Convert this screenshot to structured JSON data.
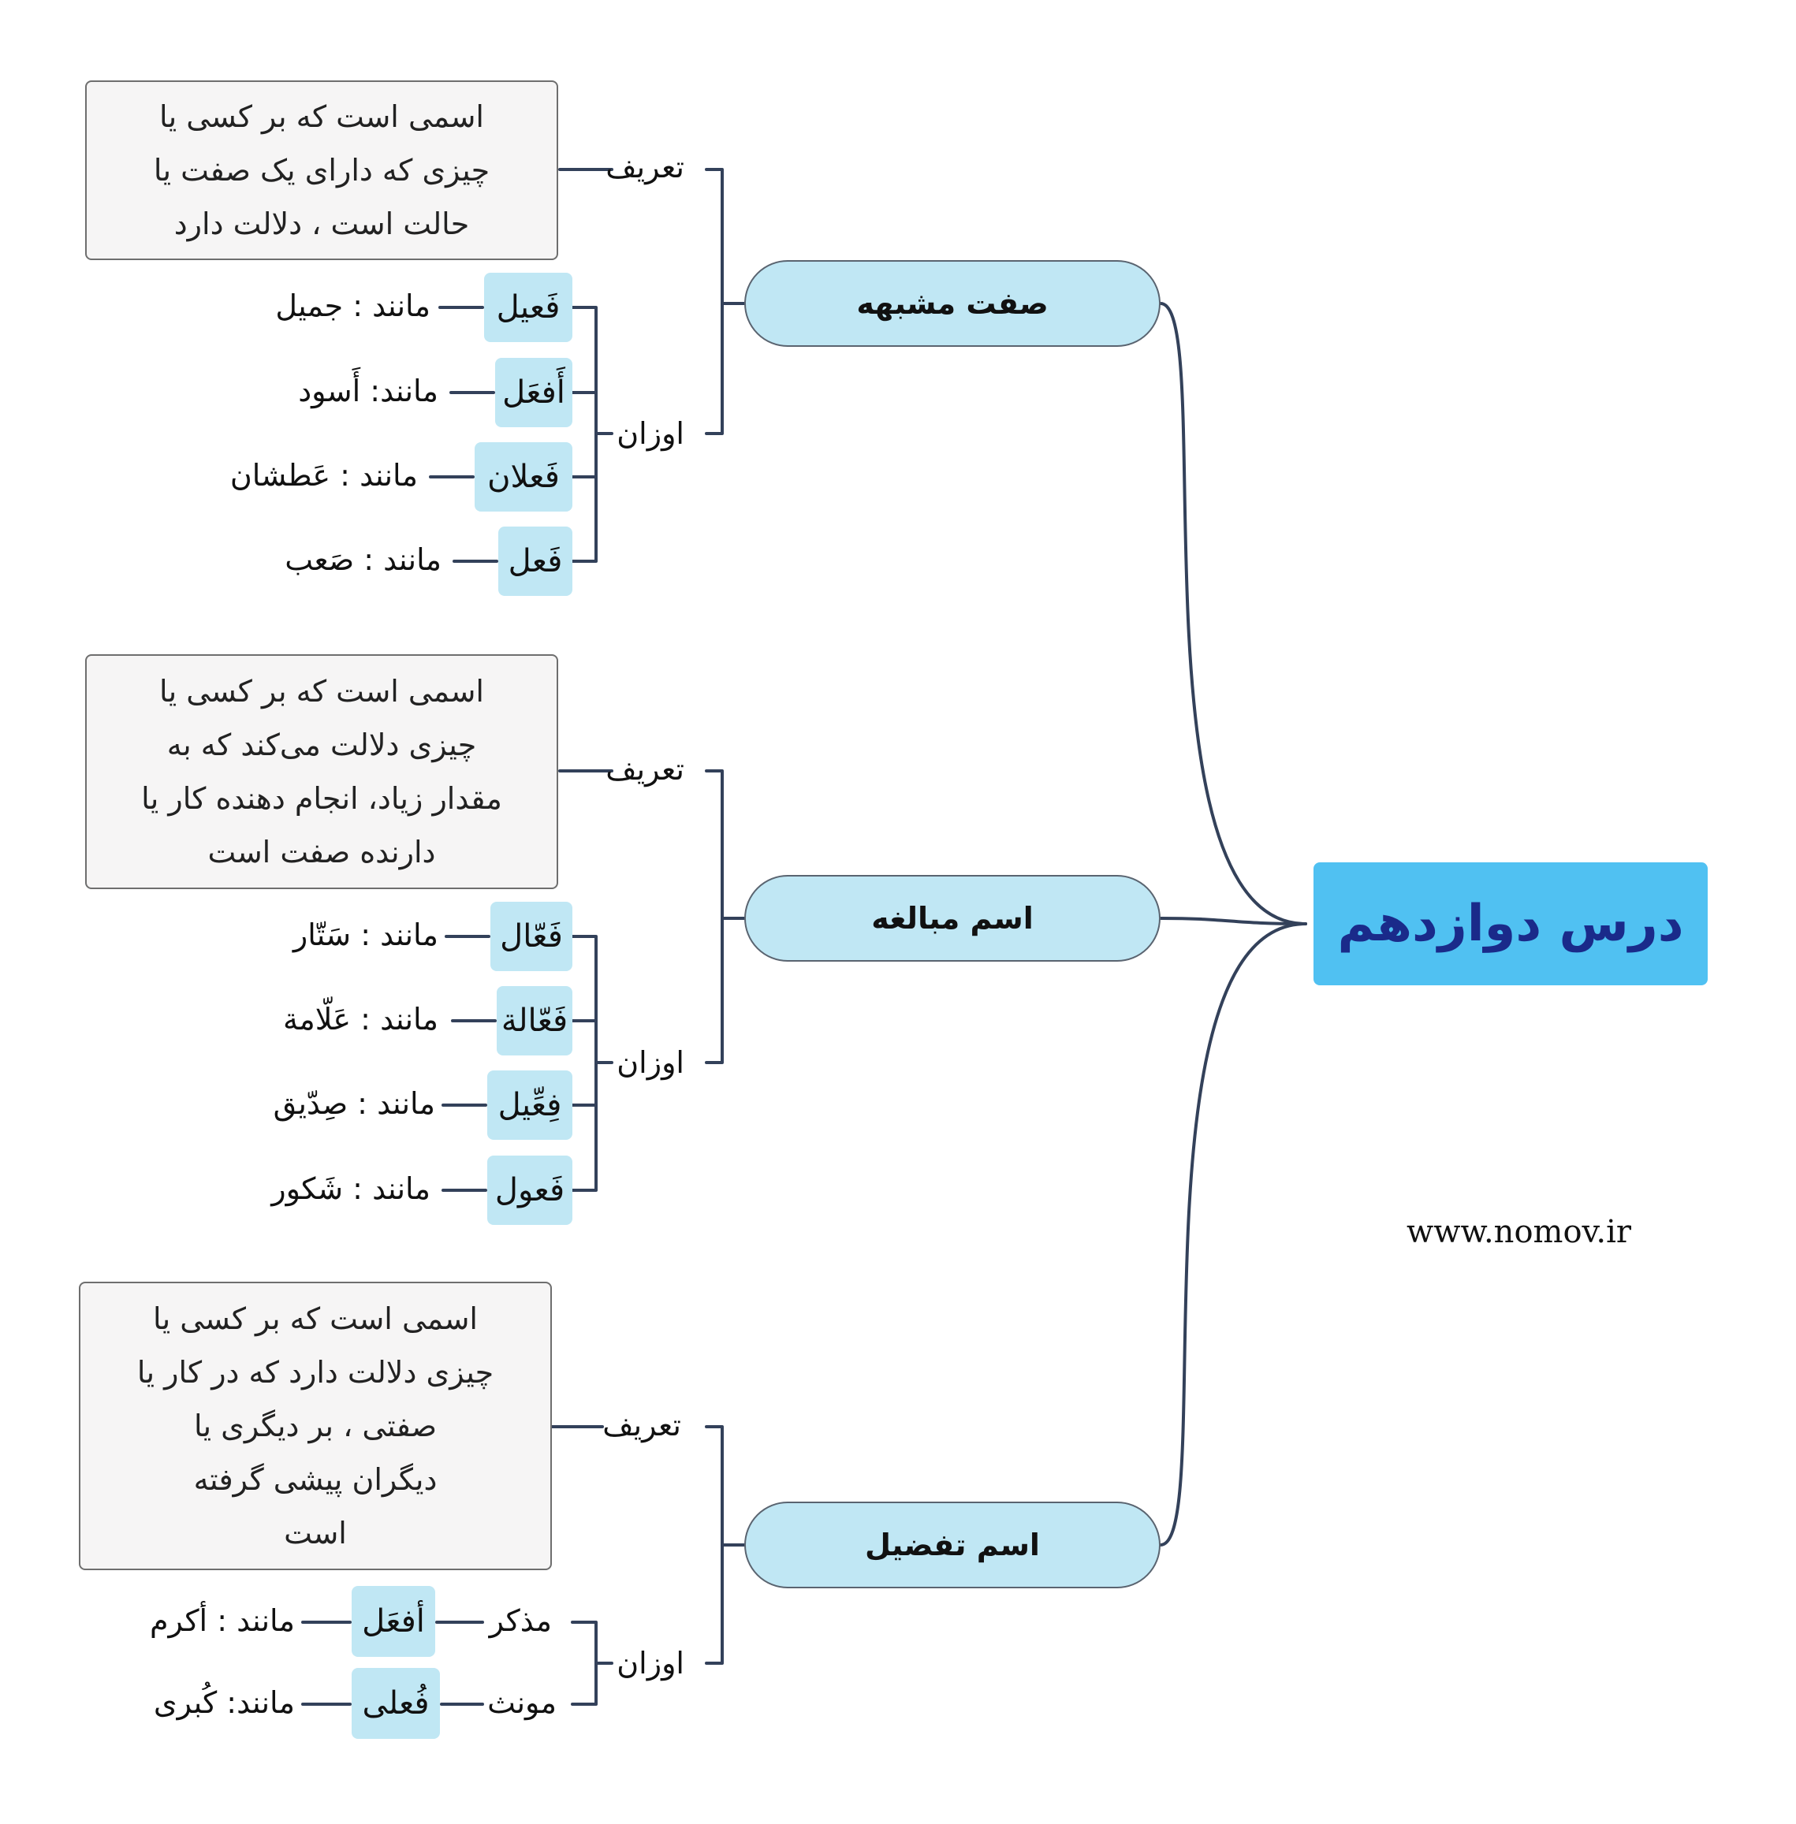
{
  "root": {
    "title": "درس دوازدهم"
  },
  "watermark": "www.nomov.ir",
  "colors": {
    "root_fill": "#50c1f2",
    "root_text": "#1a2a8a",
    "topic_fill": "#c0e7f4",
    "definition_fill": "#f6f5f5",
    "connector": "#33415a"
  },
  "branches": [
    {
      "title": "صفت مشبهه",
      "definition_label": "تعریف",
      "definition": "اسمی است که بر کسی یا\nچیزی که دارای یک صفت یا\nحالت است ، دلالت دارد",
      "patterns_label": "اوزان",
      "patterns": [
        {
          "pattern": "فَعیل",
          "example": "مانند : جمیل"
        },
        {
          "pattern": "أَفعَل",
          "example": "مانند: أَسود"
        },
        {
          "pattern": "فَعلان",
          "example": "مانند : عَطشان"
        },
        {
          "pattern": "فَعل",
          "example": "مانند : صَعب"
        }
      ]
    },
    {
      "title": "اسم مبالغه",
      "definition_label": "تعریف",
      "definition": "اسمی است که بر کسی یا\nچیزی دلالت می‌کند که به\nمقدار زیاد، انجام دهنده کار یا\nدارنده صفت است",
      "patterns_label": "اوزان",
      "patterns": [
        {
          "pattern": "فَعّال",
          "example": "مانند : سَتّار"
        },
        {
          "pattern": "فَعّالة",
          "example": "مانند : عَلّامة"
        },
        {
          "pattern": "فِعِّیل",
          "example": "مانند : صِدّیق"
        },
        {
          "pattern": "فَعول",
          "example": "مانند : شَکور"
        }
      ]
    },
    {
      "title": "اسم تفضیل",
      "definition_label": "تعریف",
      "definition": "اسمی است که بر کسی یا\nچیزی دلالت دارد که در کار یا\nصفتی ، بر دیگری یا\nدیگران پیشی گرفته\nاست",
      "patterns_label": "اوزان",
      "patterns": [
        {
          "gender": "مذکر",
          "pattern": "أفعَل",
          "example": "مانند : أکرم"
        },
        {
          "gender": "مونث",
          "pattern": "فُعلی",
          "example": "مانند: کُبری"
        }
      ]
    }
  ]
}
